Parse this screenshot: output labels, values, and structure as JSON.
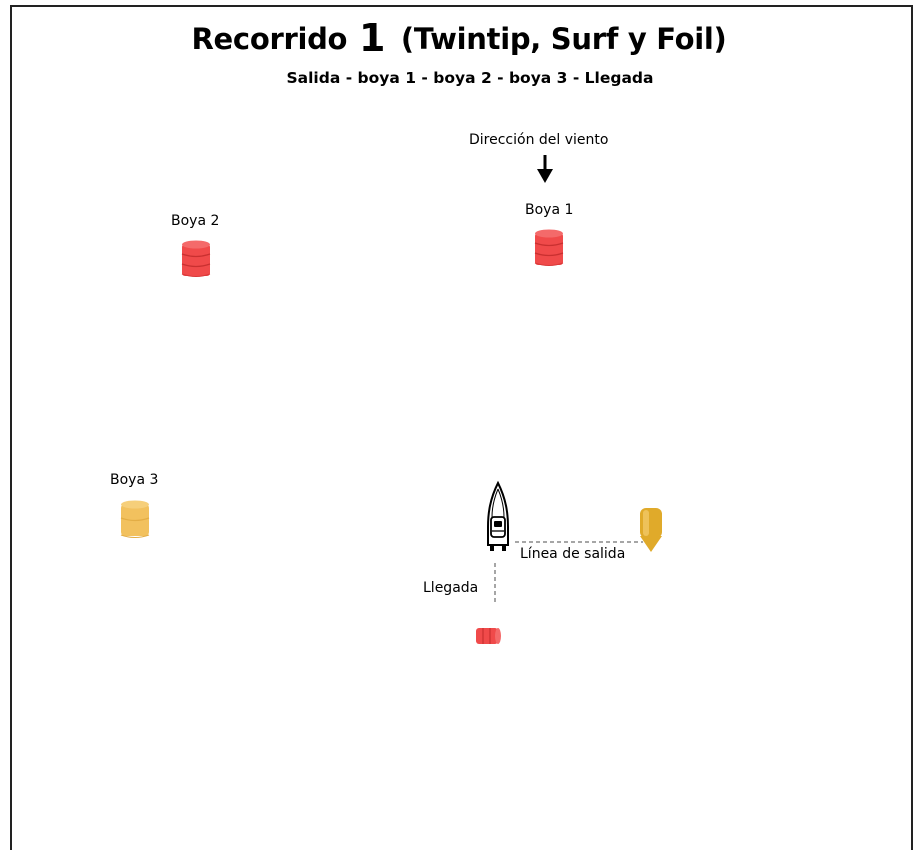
{
  "title": {
    "prefix": "Recorrido",
    "number": "1",
    "suffix": "(Twintip, Surf y Foil)"
  },
  "subtitle": "Salida - boya 1 - boya 2 - boya 3 - Llegada",
  "labels": {
    "wind": "Dirección del viento",
    "buoy1": "Boya 1",
    "buoy2": "Boya 2",
    "buoy3": "Boya 3",
    "start_line": "Línea de salida",
    "finish": "Llegada"
  },
  "icons": {
    "wind_arrow": "arrow-down-icon",
    "buoy1": "red-buoy-icon",
    "buoy2": "red-buoy-icon",
    "buoy3": "yellow-buoy-icon",
    "boat": "boat-icon",
    "start_pin": "yellow-pin-buoy-icon",
    "finish_buoy": "red-buoy-icon"
  },
  "colors": {
    "red_buoy": "#f04a4a",
    "red_buoy_dark": "#d93838",
    "yellow_buoy": "#f2c15e",
    "yellow_pin": "#e0aa2a",
    "dashed_line": "#888888"
  }
}
